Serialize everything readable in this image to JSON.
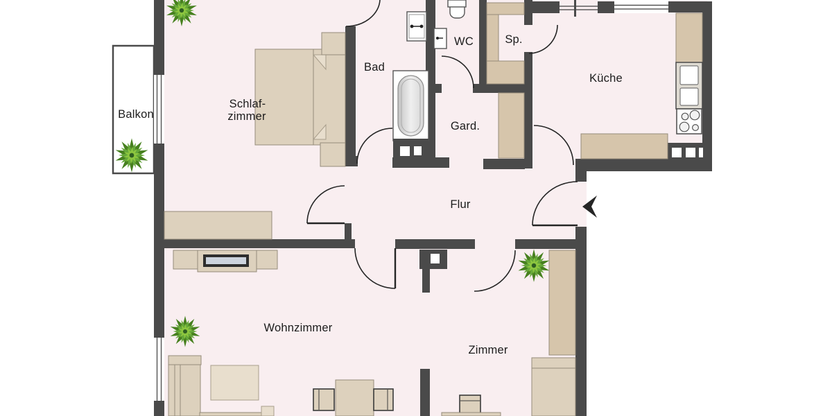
{
  "floorplan": {
    "kind": "apartment-floor-plan",
    "language": "de",
    "rooms": [
      {
        "id": "balkon",
        "label": "Balkon",
        "fixtures": [
          "plant"
        ]
      },
      {
        "id": "schlafzimmer",
        "label": "Schlafzimmer",
        "label_lines": [
          "Schlaf-",
          "zimmer"
        ],
        "fixtures": [
          "double-bed",
          "nightstand",
          "nightstand",
          "sideboard",
          "plant",
          "balcony-door"
        ]
      },
      {
        "id": "bad",
        "label": "Bad",
        "fixtures": [
          "bathtub",
          "washbasin",
          "washer-unit"
        ]
      },
      {
        "id": "wc",
        "label": "WC",
        "fixtures": [
          "toilet",
          "small-washbasin"
        ]
      },
      {
        "id": "sp",
        "label": "Sp.",
        "fixtures": [
          "shelves"
        ]
      },
      {
        "id": "gard",
        "label": "Gard.",
        "fixtures": [
          "wardrobe"
        ]
      },
      {
        "id": "kueche",
        "label": "Küche",
        "fixtures": [
          "counter",
          "sink",
          "stove",
          "window",
          "duct-block"
        ]
      },
      {
        "id": "flur",
        "label": "Flur",
        "fixtures": [
          "entrance-door",
          "entrance-arrow",
          "duct-block"
        ]
      },
      {
        "id": "wohnzimmer",
        "label": "Wohnzimmer",
        "fixtures": [
          "sofa",
          "coffee-table",
          "tv-lowboard",
          "tv",
          "dining-table",
          "chair",
          "chair",
          "plant",
          "window"
        ]
      },
      {
        "id": "zimmer",
        "label": "Zimmer",
        "fixtures": [
          "bed",
          "wardrobe",
          "desk",
          "desk-chair",
          "plant"
        ]
      }
    ],
    "icons": {
      "entrance_arrow": "left-pointing-entrance-arrow",
      "plant": "potted-plant-star-burst",
      "stove": "four-burner-cooktop",
      "sink": "double-basin-sink"
    },
    "colors": {
      "wall": "#4a4a4a",
      "floor": "#f9eef0",
      "furniture": "#ddd1bd",
      "furniture_light": "#e8decd",
      "furniture_border": "#958c7a",
      "counter": "#d6c5ab",
      "chair_border": "#3a3a3a",
      "door": "#252525",
      "window_line": "#3f3f3f",
      "label": "#1c1c1c",
      "plant_dark": "#47801f",
      "plant_mid": "#66a83a",
      "plant_light": "#8dc63f"
    }
  }
}
